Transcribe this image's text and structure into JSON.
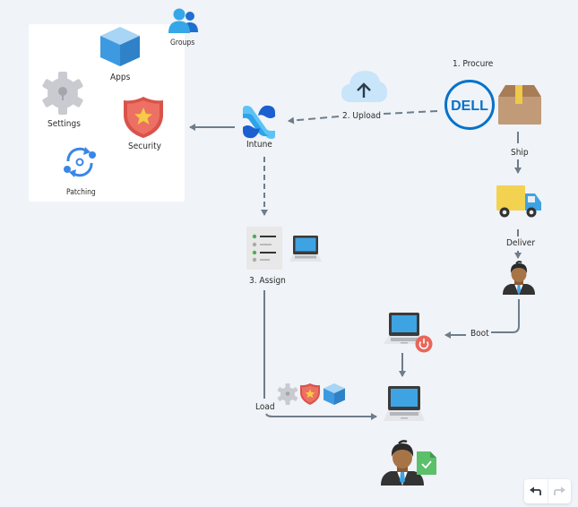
{
  "panel": {
    "items": [
      {
        "id": "apps",
        "label": "Apps",
        "icon": "cube-icon"
      },
      {
        "id": "settings",
        "label": "Settings",
        "icon": "gear-icon"
      },
      {
        "id": "security",
        "label": "Security",
        "icon": "shield-star-icon"
      },
      {
        "id": "patching",
        "label": "Patching",
        "icon": "sync-icon"
      }
    ]
  },
  "groups": {
    "label": "Groups",
    "icon": "users-icon"
  },
  "intune": {
    "label": "Intune",
    "icon": "intune-logo-icon"
  },
  "upload": {
    "label": "2. Upload",
    "icon": "cloud-upload-icon"
  },
  "procure": {
    "label": "1.  Procure",
    "vendor": "DELL",
    "icon": "box-icon"
  },
  "ship": {
    "label": "Ship",
    "icon": "truck-icon"
  },
  "deliver": {
    "label": "Deliver",
    "icon": "user-icon"
  },
  "boot": {
    "label": "Boot",
    "icon": "laptop-power-icon"
  },
  "assign": {
    "label": "3.  Assign",
    "icon": "checklist-icon"
  },
  "load": {
    "label": "Load"
  },
  "toolbar": {
    "undo": "undo",
    "redo": "redo"
  },
  "colors": {
    "background": "#f0f3f7",
    "connector": "#6e7d8c",
    "dell_blue": "#0672cb",
    "security_red": "#e8665a",
    "apps_blue": "#3d9ae0",
    "check_green": "#5cbf6a"
  }
}
